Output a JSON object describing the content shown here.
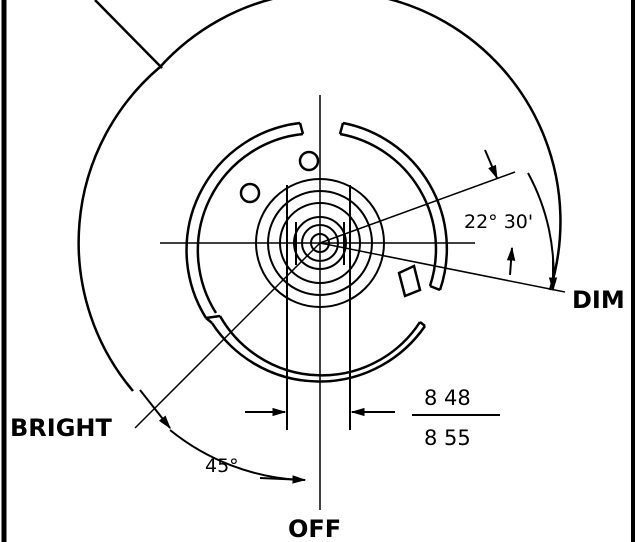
{
  "labels": {
    "dim": "DIM",
    "bright": "BRIGHT",
    "off": "OFF",
    "angle_small": "22° 30'",
    "angle_large": "45°",
    "dim_top": "8 48",
    "dim_bottom": "8 55"
  },
  "colors": {
    "ink": "#000000",
    "paper": "#ffffff"
  }
}
